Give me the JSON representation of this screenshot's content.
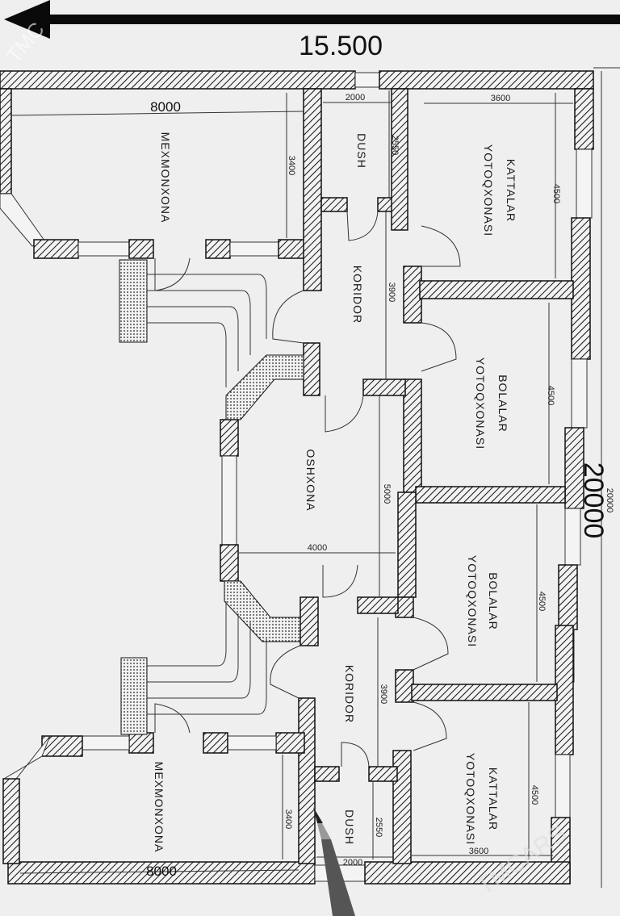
{
  "plan": {
    "overall_width": "15.500",
    "overall_length": "20000",
    "overall_length_small": "20000",
    "watermark": "TMCARS"
  },
  "rooms": {
    "guest_top": "MEXMONXONA",
    "shower_top": "DUSH",
    "adults_top_1": "KATTALAR",
    "adults_top_2": "YOTOQXONASI",
    "corridor_top": "KORIDOR",
    "kids_1_a": "BOLALAR",
    "kids_1_b": "YOTOQXONASI",
    "kitchen": "OSHXONA",
    "kids_2_a": "BOLALAR",
    "kids_2_b": "YOTOQXONASI",
    "corridor_bottom": "KORIDOR",
    "adults_bot_1": "KATTALAR",
    "adults_bot_2": "YOTOQXONASI",
    "guest_bottom": "MEXMONXONA",
    "shower_bottom": "DUSH"
  },
  "dimensions": {
    "guest_top_w": "8000",
    "guest_top_h": "3400",
    "shower_top_w": "2000",
    "shower_top_h": "2550",
    "adults_top_w": "3600",
    "adults_top_h": "4500",
    "corridor_top_h": "3900",
    "kids_1_h": "4500",
    "kitchen_h": "5000",
    "kitchen_w": "4000",
    "kids_2_h": "4500",
    "corridor_bottom_h": "3900",
    "adults_bot_h": "4500",
    "guest_bottom_h": "3400",
    "shower_bottom_h": "2550",
    "shower_bottom_w": "2000",
    "adults_bot_w": "3600",
    "guest_bottom_w": "8000"
  }
}
